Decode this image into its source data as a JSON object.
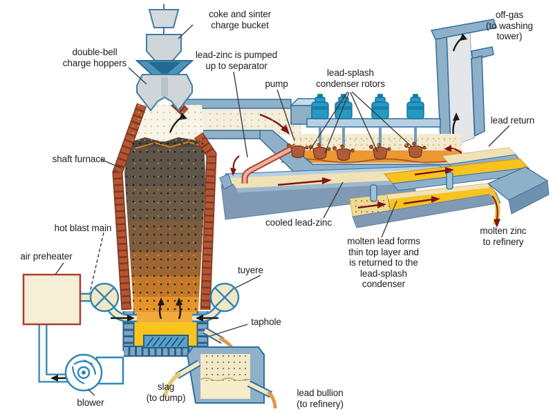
{
  "labels": {
    "charge_bucket": "coke and sinter\ncharge bucket",
    "charge_hoppers": "double-bell\ncharge hoppers",
    "pumped_up": "lead-zinc is pumped\nup to separator",
    "pump": "pump",
    "condenser_rotors": "lead-splash\ncondenser rotors",
    "off_gas": "off-gas\n(to washing\ntower)",
    "lead_return": "lead return",
    "shaft_furnace": "shaft furnace",
    "cooled_lead_zinc": "cooled lead-zinc",
    "hot_blast_main": "hot blast main",
    "air_preheater": "air preheater",
    "tuyere": "tuyere",
    "taphole": "taphole",
    "slag": "slag\n(to dump)",
    "lead_bullion": "lead bullion\n(to refinery)",
    "molten_zinc": "molten zinc\nto refinery",
    "molten_lead_note": "molten lead forms\nthin top layer and\nis returned to the\nlead-splash\ncondenser",
    "blower": "blower"
  },
  "colors": {
    "steel_blue": "#8fb0c9",
    "steel_blue_dark": "#6d92af",
    "steel_outline": "#2e6e9e",
    "rail_blue": "#b6d0e2",
    "brick_red": "#b65433",
    "brick_mortar": "#7e3a22",
    "hearth_blue": "#7ba7c9",
    "cream_pipe": "#f3e7c3",
    "cream_surface": "#f1e2b6",
    "molten_yellow": "#f7c31f",
    "molten_orange": "#ec9833",
    "rotor_teal": "#2499c4",
    "pump_pipe_pink": "#efb0a0",
    "pump_pipe_edge": "#a8442a",
    "flow_arrow_red": "#7c1415",
    "air_arrow_black": "#1a1a1a",
    "preheater_border": "#a83f32",
    "blower_outline": "#2e86b8",
    "label_text": "#1c1c1c"
  }
}
